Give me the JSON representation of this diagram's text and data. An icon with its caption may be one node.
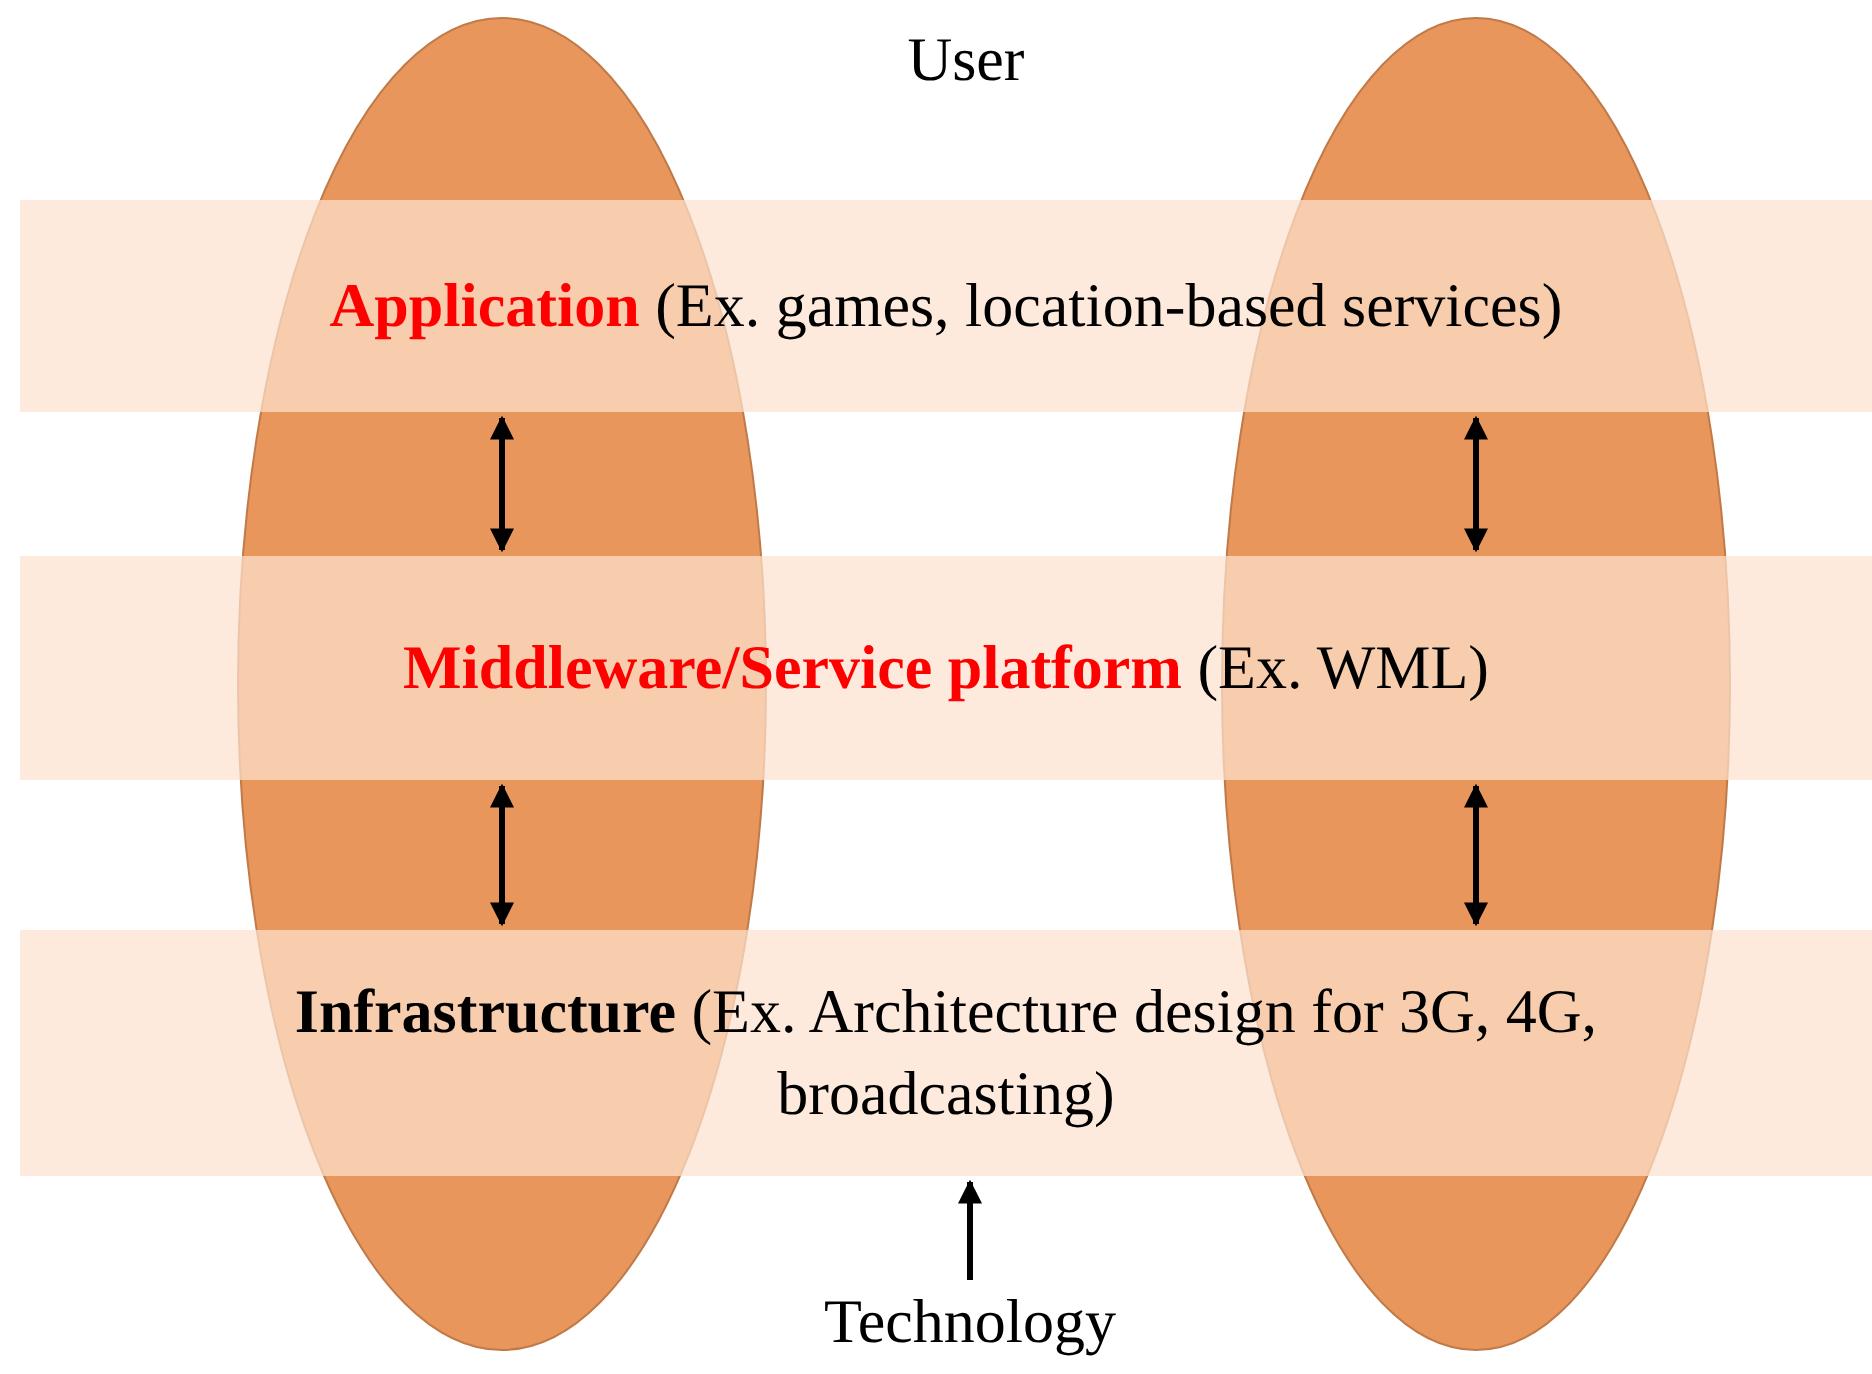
{
  "diagram": {
    "nodes": [
      {
        "text": [
          "Application",
          "(Ex. games, location-based services)"
        ]
      },
      {
        "text": [
          "Middleware/Service platform",
          "(Ex. WML)"
        ]
      },
      {
        "text": [
          "Infrastructure",
          "(Ex. Architecture design for 3G, 4G, broadcasting)"
        ]
      },
      {
        "text": [
          "Technology"
        ]
      }
    ],
    "edges": [
      {
        "from": 0,
        "to": 1,
        "arrow": "both"
      },
      {
        "from": 0,
        "to": 1,
        "arrow": "both"
      },
      {
        "from": 1,
        "to": 2,
        "arrow": "both"
      },
      {
        "from": 1,
        "to": 2,
        "arrow": "both"
      },
      {
        "from": 3,
        "to": 2,
        "arrow": "to"
      }
    ],
    "labels": [
      "User"
    ]
  }
}
